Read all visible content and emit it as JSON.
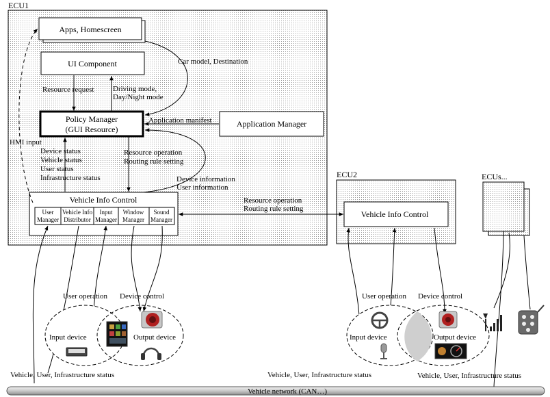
{
  "ecu1": {
    "label": "ECU1"
  },
  "ecu2": {
    "label": "ECU2"
  },
  "ecus": {
    "label": "ECUs..."
  },
  "apps": {
    "label": "Apps, Homescreen"
  },
  "ui_component": {
    "label": "UI Component"
  },
  "policy_manager": {
    "line1": "Policy Manager",
    "line2": "(GUI Resource)"
  },
  "application_manager": {
    "label": "Application Manager"
  },
  "vic1": {
    "title": "Vehicle Info Control",
    "managers": [
      {
        "line1": "User",
        "line2": "Manager"
      },
      {
        "line1": "Vehicle Info",
        "line2": "Distributor"
      },
      {
        "line1": "Input",
        "line2": "Manager"
      },
      {
        "line1": "Window",
        "line2": "Manager"
      },
      {
        "line1": "Sound",
        "line2": "Manager"
      }
    ]
  },
  "vic2": {
    "title": "Vehicle Info Control"
  },
  "labels": {
    "car_model": "Car model, Destination",
    "resource_request": "Resource request",
    "driving_mode_1": "Driving mode,",
    "driving_mode_2": "Day/Night mode",
    "application_manifest": "Application manifest",
    "hmi_input": "HMI input",
    "status_1": "Device status",
    "status_2": "Vehicle status",
    "status_3": "User status",
    "status_4": "Infrastructure status",
    "res_op_1": "Resource operation",
    "res_op_2": "Routing rule setting",
    "dev_info_1": "Device information",
    "dev_info_2": "User information",
    "res_op_ecu2_1": "Resource operation",
    "res_op_ecu2_2": "Routing rule setting",
    "user_operation_1": "User operation",
    "device_control_1": "Device control",
    "user_operation_2": "User operation",
    "device_control_2": "Device control",
    "input_device_1": "Input device",
    "output_device_1": "Output device",
    "input_device_2": "Input device",
    "output_device_2": "Output device",
    "status_bottom_1": "Vehicle, User, Infrastructure status",
    "status_bottom_2": "Vehicle, User, Infrastructure status",
    "status_bottom_3": "Vehicle, User, Infrastructure status",
    "vehicle_network": "Vehicle network (CAN…)"
  },
  "icons": [
    "keyboard-icon",
    "touchscreen-icon",
    "speaker-icon",
    "headphones-icon",
    "steering-wheel-icon",
    "microphone-icon",
    "gauge-display-icon",
    "antenna-signal-icon",
    "remote-key-icon"
  ]
}
